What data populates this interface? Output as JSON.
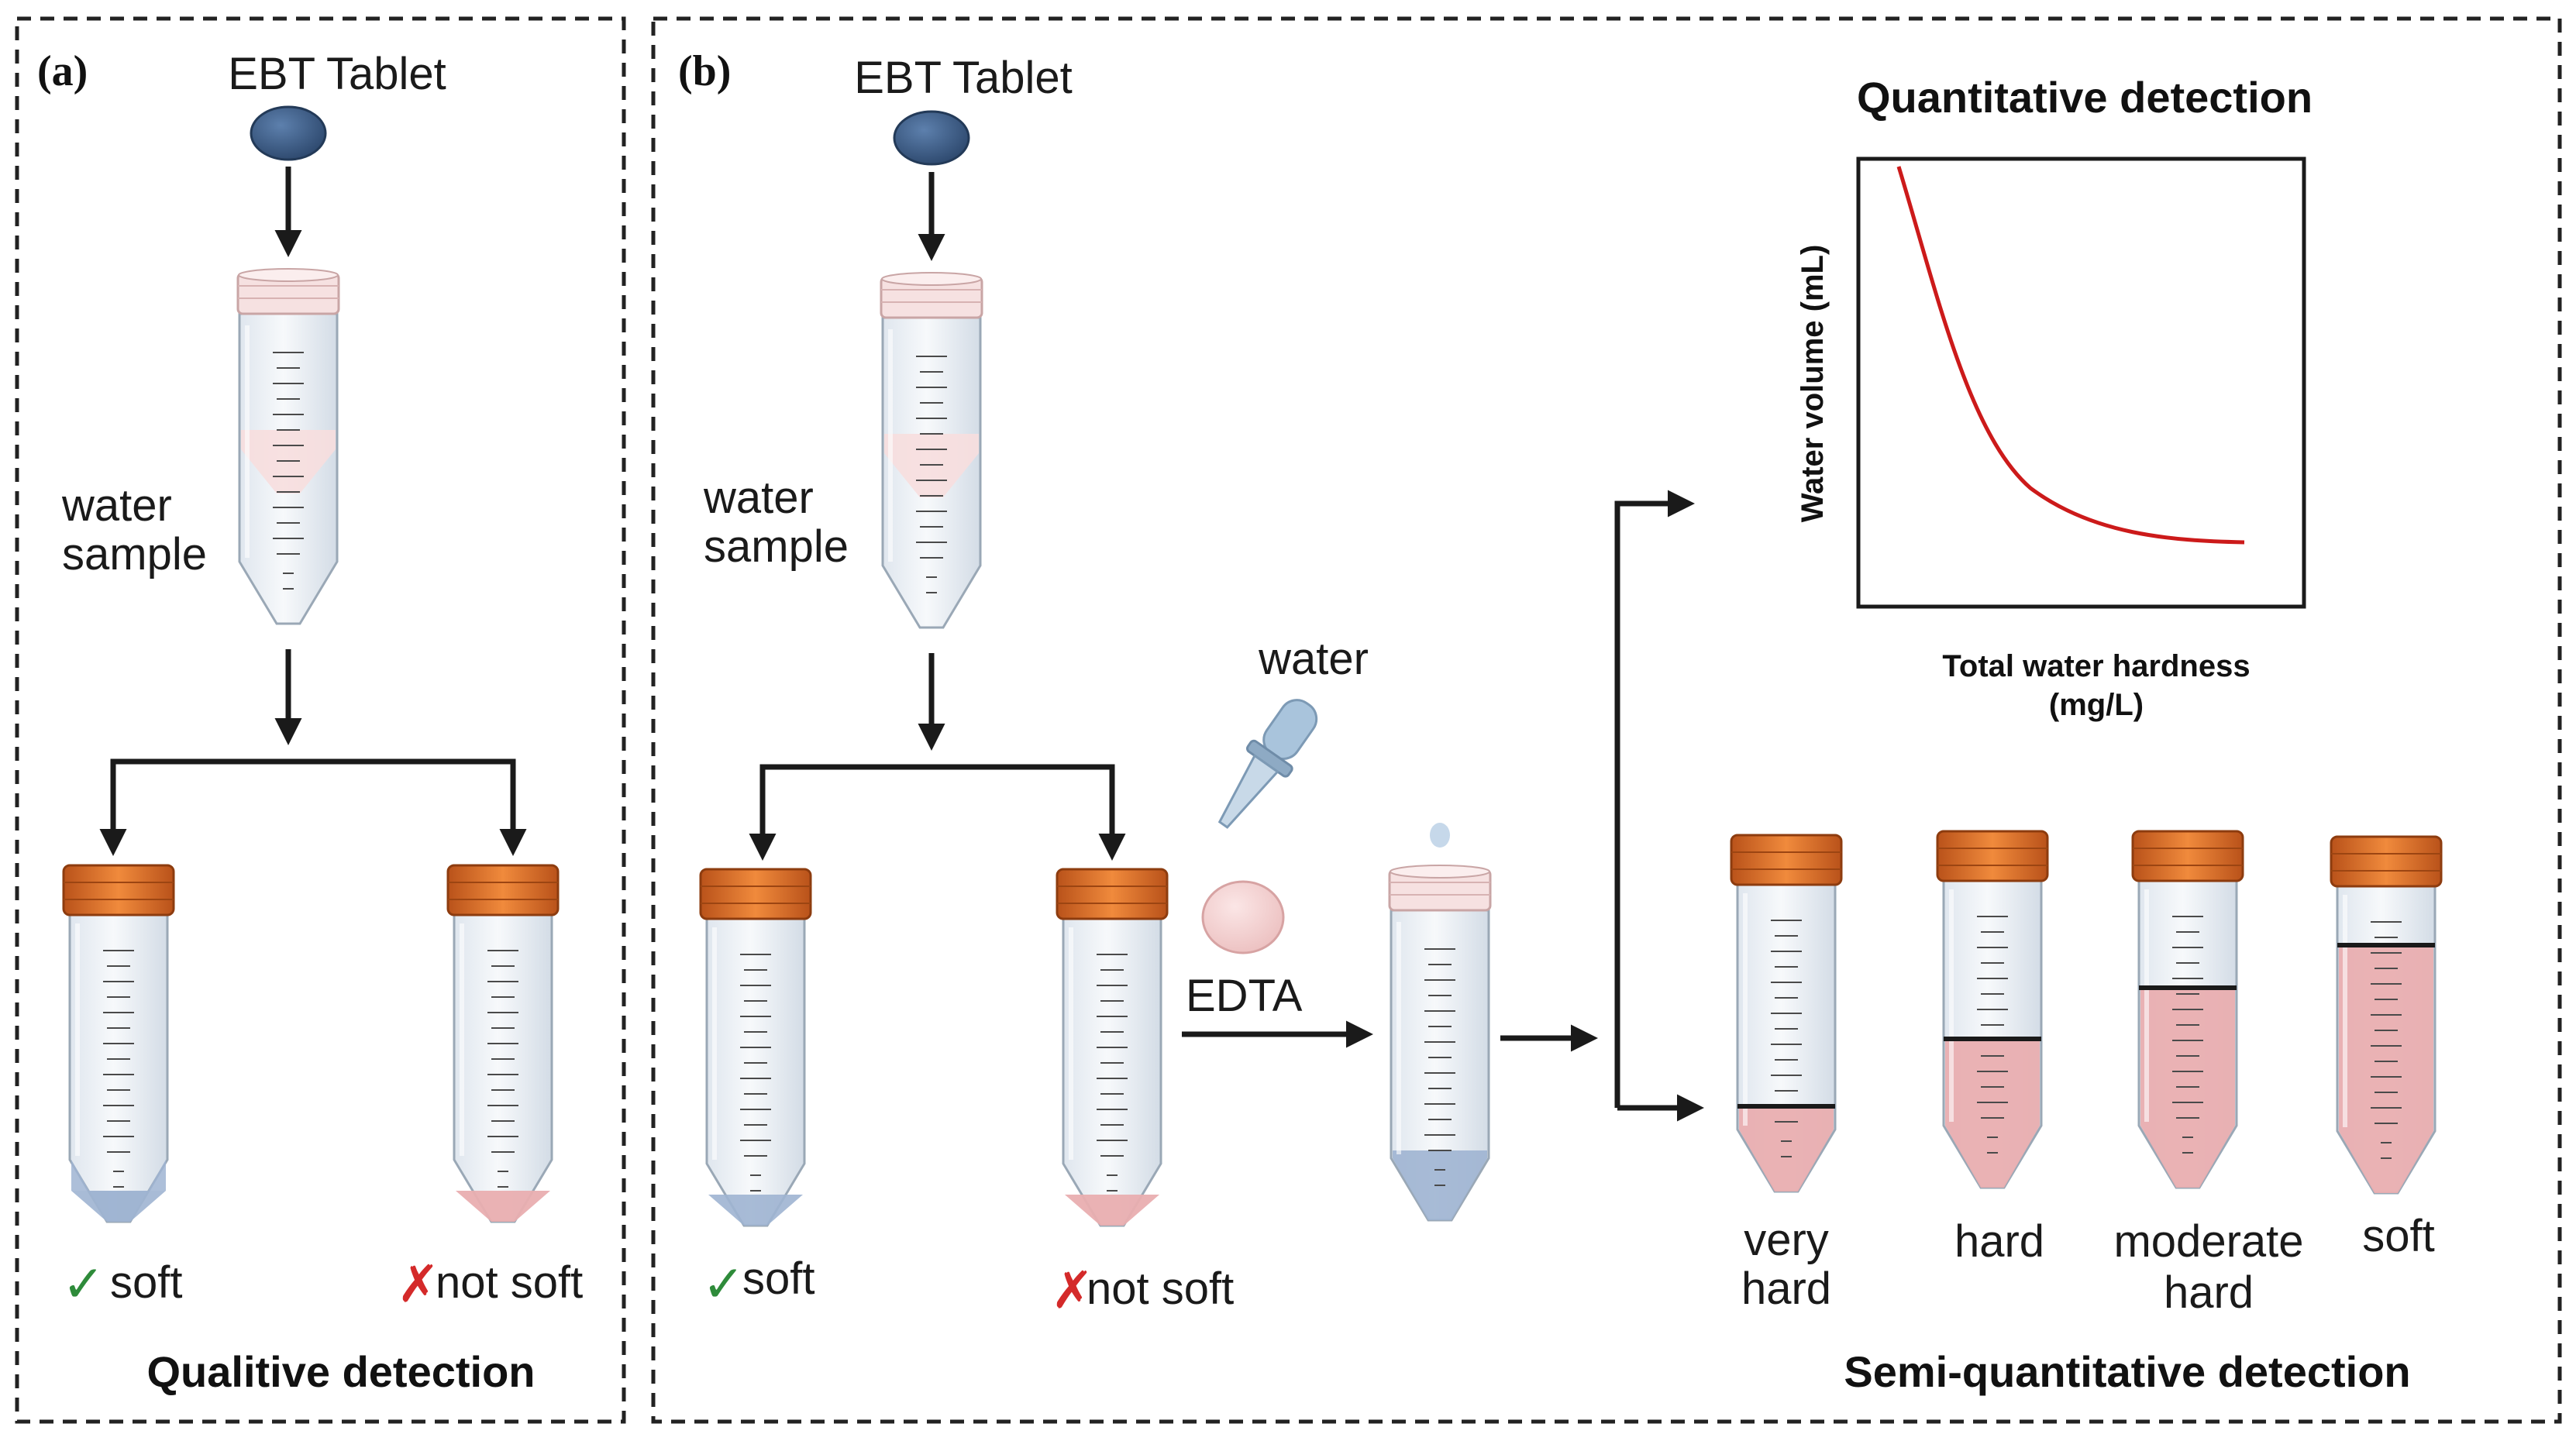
{
  "panel_a": {
    "letter": "(a)",
    "tablet_label": "EBT Tablet",
    "sample_label_line1": "water",
    "sample_label_line2": "sample",
    "result_left": "soft",
    "result_right": "not soft",
    "check_mark": "✓",
    "cross_mark": "✗",
    "footer": "Qualitive detection"
  },
  "panel_b": {
    "letter": "(b)",
    "tablet_label": "EBT Tablet",
    "sample_label_line1": "water",
    "sample_label_line2": "sample",
    "result_left": "soft",
    "result_right": "not soft",
    "check_mark": "✓",
    "cross_mark": "✗",
    "edta_label": "EDTA",
    "water_label": "water",
    "quant_title": "Quantitative detection",
    "y_axis": "Water volume (mL)",
    "x_axis_line1": "Total water hardness",
    "x_axis_line2": "(mg/L)",
    "semi_title": "Semi-quantitative detection",
    "tube_labels": [
      {
        "line1": "very",
        "line2": "hard"
      },
      {
        "line1": "hard",
        "line2": ""
      },
      {
        "line1": "moderate",
        "line2": "hard"
      },
      {
        "line1": "soft",
        "line2": ""
      }
    ]
  },
  "colors": {
    "tablet": "#3d5f8a",
    "cap": "#e06a1f",
    "blue_liquid": "#9fb4d2",
    "pink_liquid": "#e9aeb0",
    "curve": "#cc1a1a",
    "check": "#2e8b3a",
    "cross": "#d42a2a"
  }
}
